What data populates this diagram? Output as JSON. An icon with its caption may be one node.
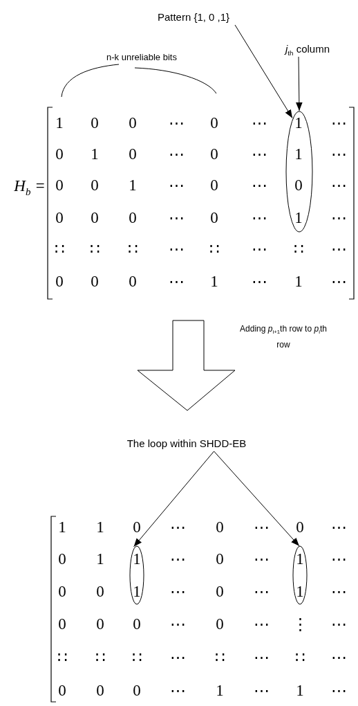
{
  "diagram": {
    "nodes": [
      {
        "text": [
          "Pattern {1, 0 ,1}"
        ]
      },
      {
        "text": [
          "*j*$_{th}$ column"
        ]
      },
      {
        "text": [],
        "shape": "ellipse"
      },
      {
        "text": [
          "The loop within SHDD-EB"
        ]
      },
      {
        "text": [],
        "shape": "ellipse"
      },
      {
        "text": [],
        "shape": "ellipse"
      }
    ],
    "edges": [
      {
        "from": 0,
        "to": 2,
        "arrow": "to"
      },
      {
        "from": 1,
        "to": 2,
        "arrow": "to"
      },
      {
        "from": 3,
        "to": 4,
        "arrow": "to"
      },
      {
        "from": 3,
        "to": 5,
        "arrow": "to"
      }
    ],
    "labels": [
      "n-k unreliable bits",
      "*H*$_{b}$ =",
      "1",
      "0",
      "0",
      "⋯",
      "0",
      "⋯",
      "1",
      "⋯",
      "0",
      "1",
      "0",
      "⋯",
      "0",
      "⋯",
      "1",
      "⋯",
      "0",
      "0",
      "1",
      "⋯",
      "0",
      "⋯",
      "0",
      "⋯",
      "0",
      "0",
      "0",
      "⋯",
      "0",
      "⋯",
      "1",
      "⋯",
      "∷",
      "∷",
      "∷",
      "⋯",
      "∷",
      "⋯",
      "∷",
      "⋯",
      "0",
      "0",
      "0",
      "⋯",
      "1",
      "⋯",
      "1",
      "⋯",
      "Adding *p*$_{i+1}$th row to *p*$_{i}$th row",
      "1",
      "1",
      "0",
      "⋯",
      "0",
      "⋯",
      "0",
      "⋯",
      "0",
      "1",
      "1",
      "⋯",
      "0",
      "⋯",
      "1",
      "⋯",
      "0",
      "0",
      "1",
      "⋯",
      "0",
      "⋯",
      "1",
      "⋯",
      "0",
      "0",
      "0",
      "⋯",
      "0",
      "⋯",
      "⋮",
      "⋯",
      "∷",
      "∷",
      "∷",
      "⋯",
      "∷",
      "⋯",
      "∷",
      "⋯",
      "0",
      "0",
      "0",
      "⋯",
      "1",
      "⋯",
      "1",
      "⋯"
    ]
  }
}
